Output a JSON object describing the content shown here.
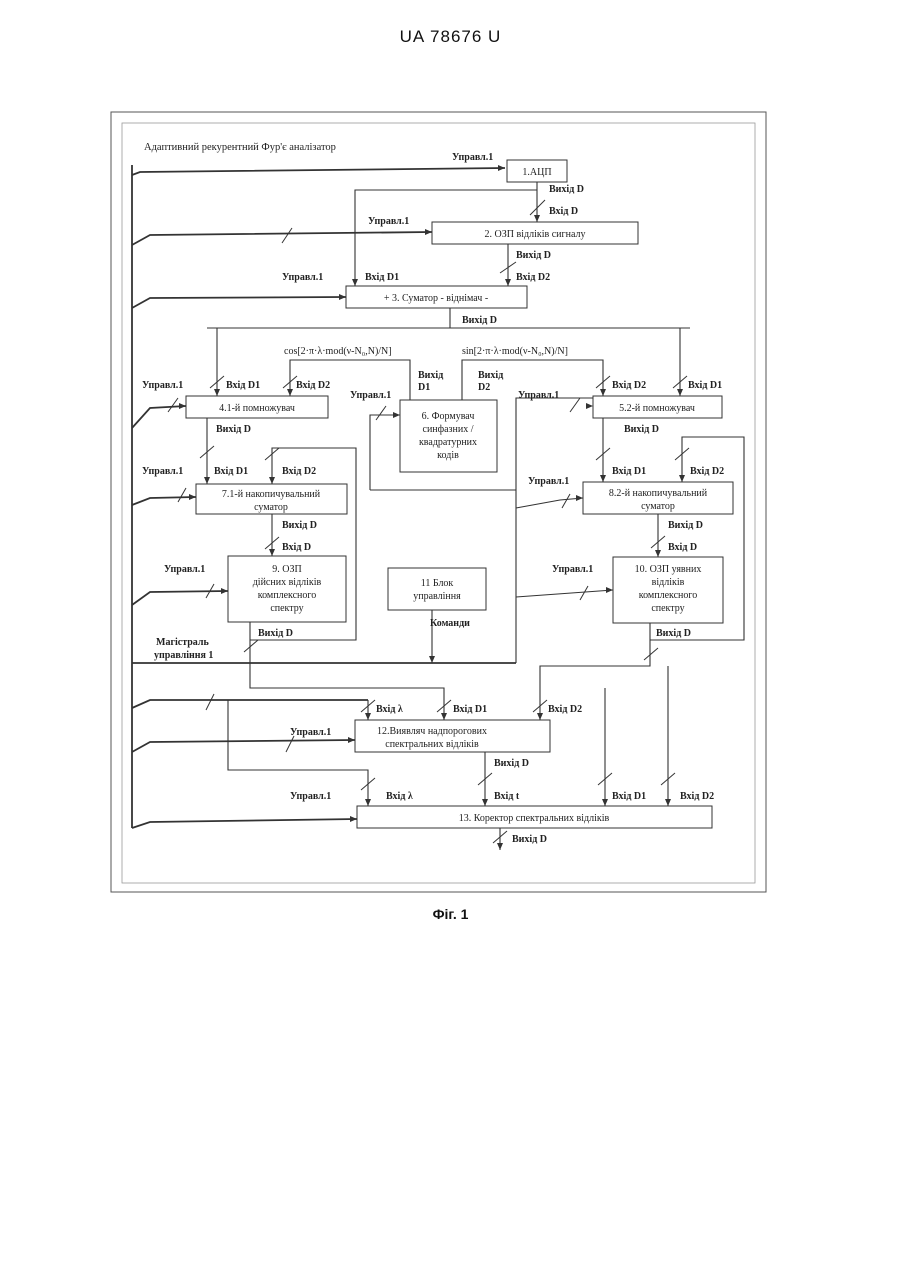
{
  "header": "UA   78676   U",
  "figure_caption": "Фiг. 1",
  "diagram": {
    "title": "Адаптивний рекурентний Фур'є аналізатор",
    "blocks": {
      "b1": "1.АЦП",
      "b2": "2. ОЗП відліків сигналу",
      "b3": "+  3. Суматор - віднімач  -",
      "b4": "4.1-й помножувач",
      "b5": "5.2-й помножувач",
      "b6": [
        "6. Формувач",
        "синфазних /",
        "квадратурних",
        "кодів"
      ],
      "b7": [
        "7.1-й накопичувальний",
        "суматор"
      ],
      "b8": [
        "8.2-й накопичувальний",
        "суматор"
      ],
      "b9": [
        "9. ОЗП",
        "дійсних відліків",
        "комплексного",
        "спектру"
      ],
      "b10": [
        "10. ОЗП   уявних",
        "відліків",
        "комплексного",
        "спектру"
      ],
      "b11": [
        "11 Блок",
        "управління"
      ],
      "b12": [
        "12.Виявляч надпорогових",
        "спектральних відліків"
      ],
      "b13": "13. Коректор спектральних відліків"
    },
    "labels": {
      "ctrl": "Управл.1",
      "out_d": "Вихід D",
      "in_d": "Вхід D",
      "in_d1": "Вхід D1",
      "in_d2": "Вхід D2",
      "in_lambda": "Вхід λ",
      "in_t": "Вхід t",
      "out_d1": [
        "Вихід",
        "D1"
      ],
      "out_d2": [
        "Вихід",
        "D2"
      ],
      "cos_expr": "cos[2·π·λ·mod(ν-N₀,N)/N]",
      "sin_expr": "sin[2·π·λ·mod(ν-N₀,N)/N]",
      "commands": "Команди",
      "bus": [
        "Магістраль",
        "управління 1"
      ]
    }
  }
}
